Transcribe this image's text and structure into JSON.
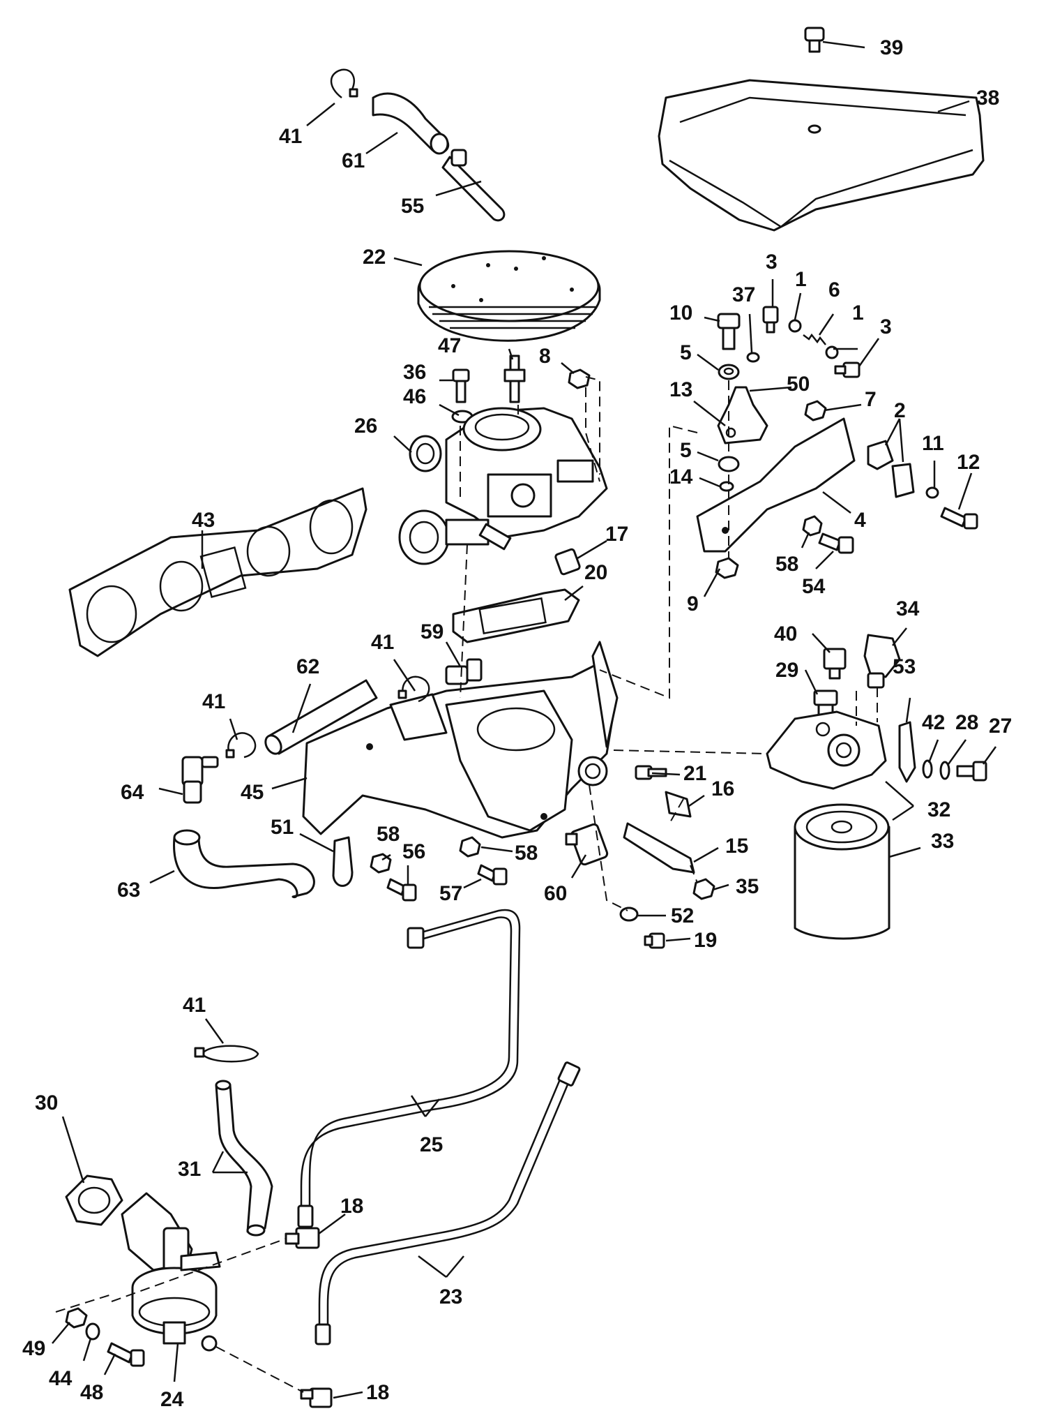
{
  "diagram": {
    "callouts": [
      {
        "id": "c39",
        "text": "39"
      },
      {
        "id": "c38",
        "text": "38"
      },
      {
        "id": "c41a",
        "text": "41"
      },
      {
        "id": "c61",
        "text": "61"
      },
      {
        "id": "c55",
        "text": "55"
      },
      {
        "id": "c22",
        "text": "22"
      },
      {
        "id": "c3a",
        "text": "3"
      },
      {
        "id": "c1a",
        "text": "1"
      },
      {
        "id": "c6",
        "text": "6"
      },
      {
        "id": "c37",
        "text": "37"
      },
      {
        "id": "c1b",
        "text": "1"
      },
      {
        "id": "c10",
        "text": "10"
      },
      {
        "id": "c3b",
        "text": "3"
      },
      {
        "id": "c5a",
        "text": "5"
      },
      {
        "id": "c47",
        "text": "47"
      },
      {
        "id": "c8",
        "text": "8"
      },
      {
        "id": "c36",
        "text": "36"
      },
      {
        "id": "c50",
        "text": "50"
      },
      {
        "id": "c46",
        "text": "46"
      },
      {
        "id": "c13",
        "text": "13"
      },
      {
        "id": "c7",
        "text": "7"
      },
      {
        "id": "c26",
        "text": "26"
      },
      {
        "id": "c2",
        "text": "2"
      },
      {
        "id": "c5b",
        "text": "5"
      },
      {
        "id": "c11",
        "text": "11"
      },
      {
        "id": "c12",
        "text": "12"
      },
      {
        "id": "c14",
        "text": "14"
      },
      {
        "id": "c43",
        "text": "43"
      },
      {
        "id": "c4",
        "text": "4"
      },
      {
        "id": "c17",
        "text": "17"
      },
      {
        "id": "c58a",
        "text": "58"
      },
      {
        "id": "c54",
        "text": "54"
      },
      {
        "id": "c20",
        "text": "20"
      },
      {
        "id": "c9",
        "text": "9"
      },
      {
        "id": "c34",
        "text": "34"
      },
      {
        "id": "c40",
        "text": "40"
      },
      {
        "id": "c59",
        "text": "59"
      },
      {
        "id": "c41b",
        "text": "41"
      },
      {
        "id": "c29",
        "text": "29"
      },
      {
        "id": "c62",
        "text": "62"
      },
      {
        "id": "c53",
        "text": "53"
      },
      {
        "id": "c41c",
        "text": "41"
      },
      {
        "id": "c42",
        "text": "42"
      },
      {
        "id": "c28",
        "text": "28"
      },
      {
        "id": "c27",
        "text": "27"
      },
      {
        "id": "c21",
        "text": "21"
      },
      {
        "id": "c64",
        "text": "64"
      },
      {
        "id": "c45",
        "text": "45"
      },
      {
        "id": "c16",
        "text": "16"
      },
      {
        "id": "c32",
        "text": "32"
      },
      {
        "id": "c51",
        "text": "51"
      },
      {
        "id": "c58b",
        "text": "58"
      },
      {
        "id": "c56",
        "text": "56"
      },
      {
        "id": "c58c",
        "text": "58"
      },
      {
        "id": "c15",
        "text": "15"
      },
      {
        "id": "c33",
        "text": "33"
      },
      {
        "id": "c63",
        "text": "63"
      },
      {
        "id": "c57",
        "text": "57"
      },
      {
        "id": "c60",
        "text": "60"
      },
      {
        "id": "c35",
        "text": "35"
      },
      {
        "id": "c52",
        "text": "52"
      },
      {
        "id": "c19",
        "text": "19"
      },
      {
        "id": "c41d",
        "text": "41"
      },
      {
        "id": "c30",
        "text": "30"
      },
      {
        "id": "c25",
        "text": "25"
      },
      {
        "id": "c31",
        "text": "31"
      },
      {
        "id": "c18a",
        "text": "18"
      },
      {
        "id": "c23",
        "text": "23"
      },
      {
        "id": "c49",
        "text": "49"
      },
      {
        "id": "c44",
        "text": "44"
      },
      {
        "id": "c48",
        "text": "48"
      },
      {
        "id": "c24",
        "text": "24"
      },
      {
        "id": "c18b",
        "text": "18"
      }
    ]
  }
}
